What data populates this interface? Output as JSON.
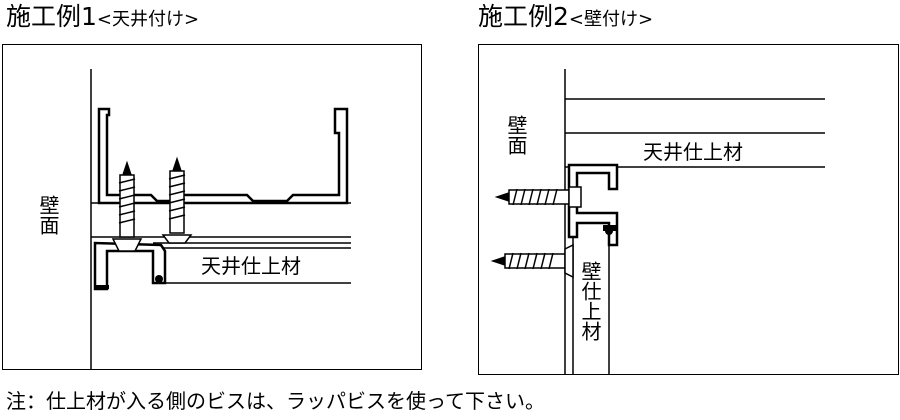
{
  "example1": {
    "title": "施工例1",
    "subtitle": "<天井付け>",
    "wall_label": "壁面",
    "material_label": "天井仕上材"
  },
  "example2": {
    "title": "施工例2",
    "subtitle": "<壁付け>",
    "wall_label": "壁面",
    "ceiling_material_label": "天井仕上材",
    "wall_material_label": "壁仕上材"
  },
  "note": "注：仕上材が入る側のビスは、ラッパビスを使って下さい。"
}
